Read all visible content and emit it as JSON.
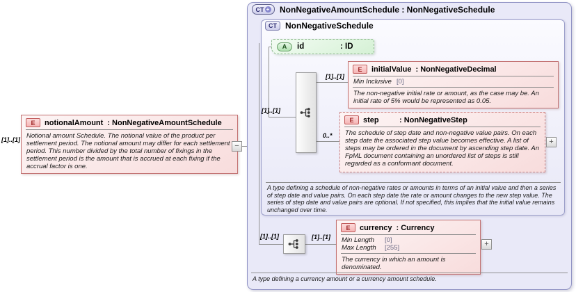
{
  "badges": {
    "element": "E",
    "attribute": "A",
    "complex_type": "CT",
    "plus": "+"
  },
  "glyphs": {
    "collapse": "−",
    "expand": "+"
  },
  "outer_panel": {
    "title": "NonNegativeAmountSchedule : NonNegativeSchedule",
    "annotation": "A type defining a currency amount or a currency amount schedule."
  },
  "inner_panel": {
    "title": "NonNegativeSchedule",
    "annotation": "A type defining a schedule of non-negative rates or amounts in terms of an initial value and then a series of step date and value pairs. On each step date the rate or amount changes to the new step value. The series of step date and value pairs are optional. If not specified, this implies that the initial value remains unchanged over time."
  },
  "notional": {
    "name": "notionalAmount",
    "type": ": NonNegativeAmountSchedule",
    "cardinality": "[1]..[1]",
    "desc": "Notional amount Schedule. The notional value of the product per settlement period. The notional amount may differ for each settlement period. This number divided by the total number of fixings in the settlement period is the amount that is accrued at each fixing if the accrual factor is one."
  },
  "id_attr": {
    "name": "id",
    "type": ": ID"
  },
  "sequence": {
    "cardinality": "[1]..[1]"
  },
  "initial_value": {
    "name": "initialValue",
    "type": ": NonNegativeDecimal",
    "cardinality": "[1]..[1]",
    "facet_name": "Min Inclusive",
    "facet_value": "[0]",
    "desc": "The non-negative initial rate or amount, as the case may be. An initial rate of 5% would be represented as 0.05."
  },
  "step": {
    "name": "step",
    "type": ": NonNegativeStep",
    "cardinality": "0..*",
    "desc": "The schedule of step date and non-negative value pairs. On each step date the associated step value becomes effective. A list of steps may be ordered in the document by ascending step date. An FpML document containing an unordered list of steps is still regarded as a conformant document."
  },
  "currency": {
    "name": "currency",
    "type": ": Currency",
    "cardinality_left": "[1]..[1]",
    "cardinality_right": "[1]..[1]",
    "facets": [
      {
        "name": "Min Length",
        "value": "[0]"
      },
      {
        "name": "Max Length",
        "value": "[255]"
      }
    ],
    "desc": "The currency in which an amount is denominated."
  },
  "colors": {
    "panel_bg": "#e9e9f8",
    "panel_border": "#9093c4",
    "element_bg": "#f8dcdc",
    "element_border": "#c27070",
    "attribute_bg": "#d5f1d5",
    "attribute_border": "#8fb88f",
    "connector_line": "#8f8f8f"
  }
}
